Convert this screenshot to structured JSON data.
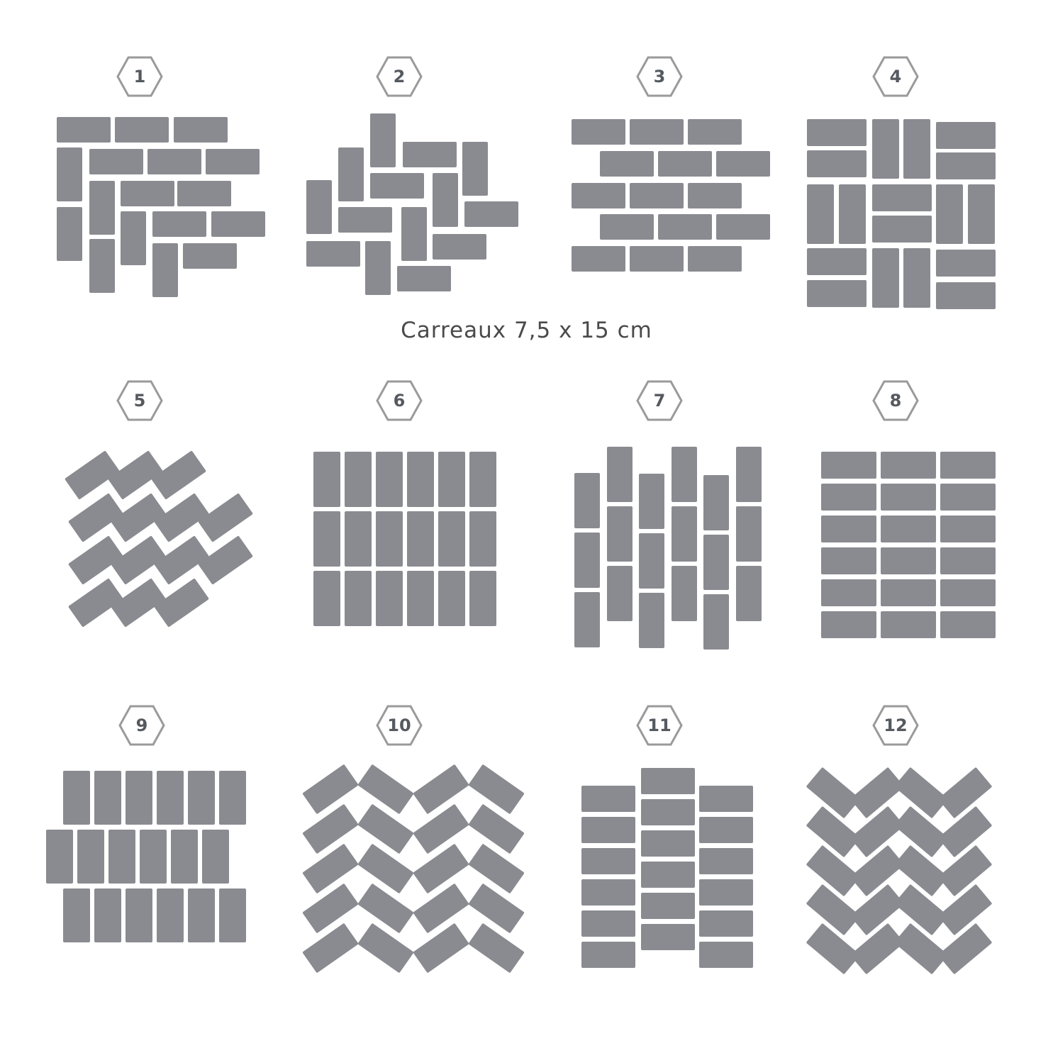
{
  "caption": "Carreaux 7,5 x 15 cm",
  "tile_color": "#8a8b90",
  "badge_stroke": "#9a9a9a",
  "patterns": [
    {
      "number": "1"
    },
    {
      "number": "2"
    },
    {
      "number": "3"
    },
    {
      "number": "4"
    },
    {
      "number": "5"
    },
    {
      "number": "6"
    },
    {
      "number": "7"
    },
    {
      "number": "8"
    },
    {
      "number": "9"
    },
    {
      "number": "10"
    },
    {
      "number": "11"
    },
    {
      "number": "12"
    }
  ]
}
